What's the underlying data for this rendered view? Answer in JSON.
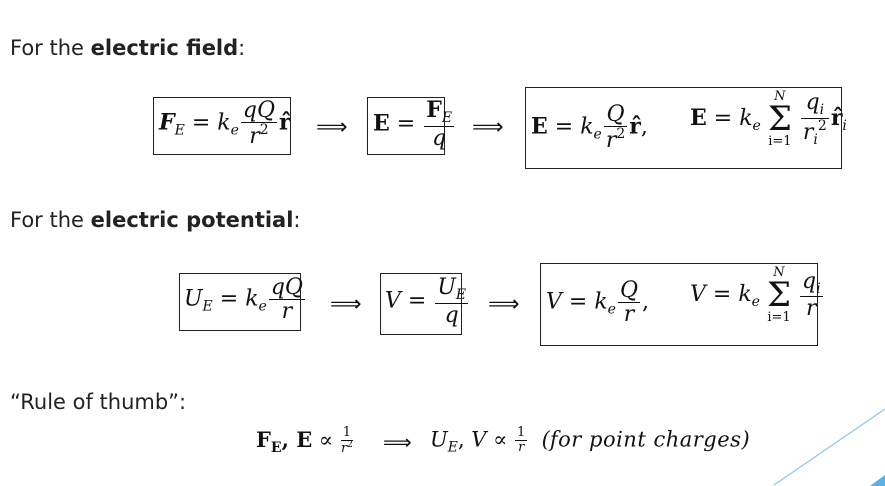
{
  "headings": {
    "field_prefix": "For the ",
    "field_bold": "electric field",
    "field_suffix": ":",
    "potential_prefix": "For the ",
    "potential_bold": "electric potential",
    "potential_suffix": ":",
    "rule_of_thumb": "“Rule of thumb”:"
  },
  "field_row": {
    "coulomb_force": "F_E = k_e qQ / r^2 r̂",
    "field_def": "E = F_E / q",
    "field_point": "E = k_e Q / r^2 r̂,",
    "field_sum": "E = k_e Σ_{i=1}^{N} q_i / r_i^2 r̂_i"
  },
  "potential_row": {
    "potential_energy": "U_E = k_e qQ / r",
    "potential_def": "V = U_E / q",
    "potential_point": "V = k_e Q / r,",
    "potential_sum": "V = k_e Σ_{i=1}^{N} q_i / r"
  },
  "rule_row": {
    "lhs": "F_E, E ∝ 1/r^2",
    "rhs": "U_E, V ∝ 1/r",
    "note": "(for point charges)"
  },
  "symbols": {
    "arrow": "⟹",
    "sum_upper": "N",
    "sum_lower": "i=1"
  }
}
